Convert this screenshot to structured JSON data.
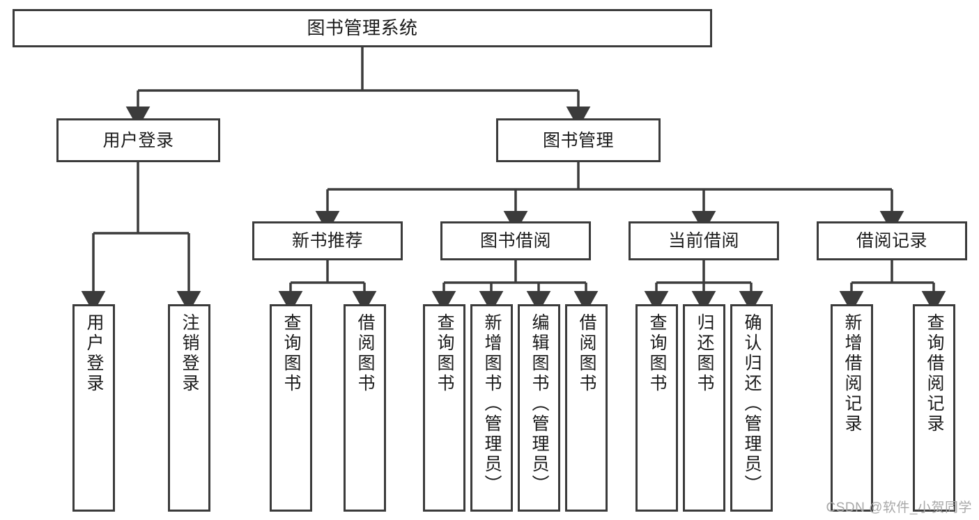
{
  "diagram": {
    "type": "tree-hierarchy-flowchart",
    "title": "图书管理系统",
    "style": {
      "box_border_color": "#3b3b3b",
      "box_fill_color": "#ffffff",
      "text_color": "#1a1a1a",
      "connector_color": "#3b3b3b",
      "background": "#ffffff"
    },
    "levels": {
      "level1": "root",
      "level2": "modules",
      "level3": "submodules",
      "level4": "functions"
    }
  },
  "nodes": {
    "root": {
      "label": "图书管理系统",
      "orientation": "horizontal"
    },
    "user_login": {
      "label": "用户登录",
      "orientation": "horizontal"
    },
    "book_manage": {
      "label": "图书管理",
      "orientation": "horizontal"
    },
    "new_book_rec": {
      "label": "新书推荐",
      "orientation": "horizontal"
    },
    "book_borrow": {
      "label": "图书借阅",
      "orientation": "horizontal"
    },
    "current_borrow": {
      "label": "当前借阅",
      "orientation": "horizontal"
    },
    "borrow_record": {
      "label": "借阅记录",
      "orientation": "horizontal"
    },
    "leaf_user_login": {
      "label": "用户登录",
      "orientation": "vertical"
    },
    "leaf_user_logout": {
      "label": "注销登录",
      "orientation": "vertical"
    },
    "leaf_query_book_1": {
      "label": "查询图书",
      "orientation": "vertical"
    },
    "leaf_borrow_book_1": {
      "label": "借阅图书",
      "orientation": "vertical"
    },
    "leaf_query_book_2": {
      "label": "查询图书",
      "orientation": "vertical"
    },
    "leaf_add_book": {
      "label": "新增图书（管理员）",
      "orientation": "vertical"
    },
    "leaf_edit_book": {
      "label": "编辑图书（管理员）",
      "orientation": "vertical"
    },
    "leaf_borrow_book_2": {
      "label": "借阅图书",
      "orientation": "vertical"
    },
    "leaf_query_book_3": {
      "label": "查询图书",
      "orientation": "vertical"
    },
    "leaf_return_book": {
      "label": "归还图书",
      "orientation": "vertical"
    },
    "leaf_confirm_return": {
      "label": "确认归还（管理员）",
      "orientation": "vertical"
    },
    "leaf_add_record": {
      "label": "新增借阅记录",
      "orientation": "vertical"
    },
    "leaf_query_record": {
      "label": "查询借阅记录",
      "orientation": "vertical"
    }
  },
  "edges": [
    {
      "from": "root",
      "to": "user_login"
    },
    {
      "from": "root",
      "to": "book_manage"
    },
    {
      "from": "user_login",
      "to": "leaf_user_login"
    },
    {
      "from": "user_login",
      "to": "leaf_user_logout"
    },
    {
      "from": "book_manage",
      "to": "new_book_rec"
    },
    {
      "from": "book_manage",
      "to": "book_borrow"
    },
    {
      "from": "book_manage",
      "to": "current_borrow"
    },
    {
      "from": "book_manage",
      "to": "borrow_record"
    },
    {
      "from": "new_book_rec",
      "to": "leaf_query_book_1"
    },
    {
      "from": "new_book_rec",
      "to": "leaf_borrow_book_1"
    },
    {
      "from": "book_borrow",
      "to": "leaf_query_book_2"
    },
    {
      "from": "book_borrow",
      "to": "leaf_add_book"
    },
    {
      "from": "book_borrow",
      "to": "leaf_edit_book"
    },
    {
      "from": "book_borrow",
      "to": "leaf_borrow_book_2"
    },
    {
      "from": "current_borrow",
      "to": "leaf_query_book_3"
    },
    {
      "from": "current_borrow",
      "to": "leaf_return_book"
    },
    {
      "from": "current_borrow",
      "to": "leaf_confirm_return"
    },
    {
      "from": "borrow_record",
      "to": "leaf_add_record"
    },
    {
      "from": "borrow_record",
      "to": "leaf_query_record"
    }
  ],
  "watermark": {
    "text": "CSDN @软件_小贺同学"
  }
}
